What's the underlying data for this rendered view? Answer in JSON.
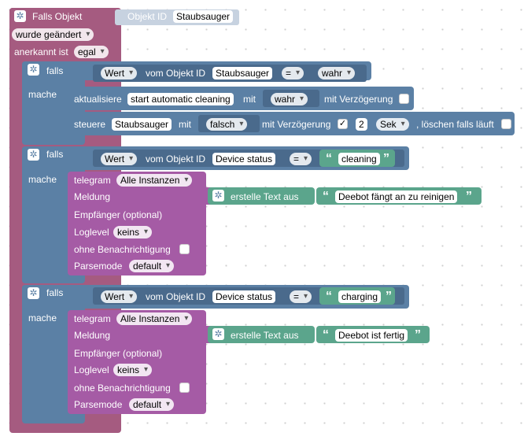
{
  "trigger": {
    "title": "Falls Objekt",
    "object_id_label": "Objekt ID",
    "object_id_value": "Staubsauger",
    "changed_option": "wurde geändert",
    "ack_label": "anerkannt ist",
    "ack_option": "egal"
  },
  "if1": {
    "falls": "falls",
    "mache": "mache",
    "cond_value_option": "Wert",
    "cond_of_object": "vom Objekt ID",
    "cond_object_value": "Staubsauger",
    "cond_op": "=",
    "cond_compare": "wahr",
    "update_label": "aktualisiere",
    "update_target": "start automatic cleaning",
    "update_with": "mit",
    "update_value": "wahr",
    "update_delay": "mit Verzögerung",
    "control_label": "steuere",
    "control_target": "Staubsauger",
    "control_with": "mit",
    "control_value": "falsch",
    "control_delay": "mit Verzögerung",
    "control_delay_check": "✓",
    "control_delay_num": "2",
    "control_delay_unit": "Sek",
    "control_clear": ", löschen falls läuft"
  },
  "if2": {
    "falls": "falls",
    "mache": "mache",
    "cond_value_option": "Wert",
    "cond_of_object": "vom Objekt ID",
    "cond_object_value": "Device status",
    "cond_op": "=",
    "cond_text": "cleaning",
    "telegram_label": "telegram",
    "telegram_instance": "Alle Instanzen",
    "message_label": "Meldung",
    "create_text": "erstelle Text aus",
    "message_text": "Deebot fängt an zu reinigen",
    "recipient_label": "Empfänger (optional)",
    "loglevel_label": "Loglevel",
    "loglevel_value": "keins",
    "silent_label": "ohne Benachrichtigung",
    "parsemode_label": "Parsemode",
    "parsemode_value": "default"
  },
  "if3": {
    "falls": "falls",
    "mache": "mache",
    "cond_value_option": "Wert",
    "cond_of_object": "vom Objekt ID",
    "cond_object_value": "Device status",
    "cond_op": "=",
    "cond_text": "charging",
    "telegram_label": "telegram",
    "telegram_instance": "Alle Instanzen",
    "message_label": "Meldung",
    "create_text": "erstelle Text aus",
    "message_text": "Deebot ist fertig",
    "recipient_label": "Empfänger (optional)",
    "loglevel_label": "Loglevel",
    "loglevel_value": "keins",
    "silent_label": "ohne Benachrichtigung",
    "parsemode_label": "Parsemode",
    "parsemode_value": "default"
  },
  "colors": {
    "trigger": "#a55b80",
    "control": "#5b80a5",
    "text": "#5ba58c",
    "telegram": "#a55ba5"
  },
  "icons": {
    "gear": "gear-icon",
    "quote_open": "“",
    "quote_close": "”",
    "gear_glyph": "✲"
  }
}
